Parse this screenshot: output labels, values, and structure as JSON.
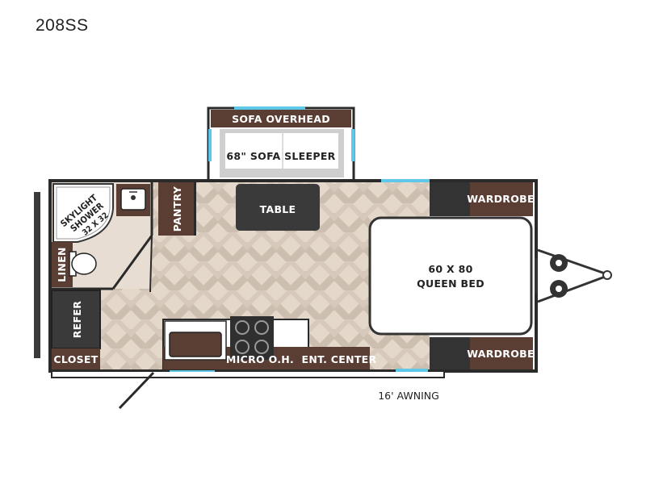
{
  "model": "208SS",
  "labels": {
    "sofa_overhead": "SOFA OVERHEAD",
    "sofa_sleeper": "68\" SOFA SLEEPER",
    "table": "TABLE",
    "pantry": "PANTRY",
    "skylight_shower": "SKYLIGHT",
    "shower": "SHOWER",
    "shower_size": "32 X 32",
    "linen": "LINEN",
    "refer": "REFER",
    "closet": "CLOSET",
    "micro": "MICRO O.H.",
    "ent_center": "ENT. CENTER",
    "wardrobe_top": "WARDROBE",
    "wardrobe_bottom": "WARDROBE",
    "bed_size": "60 X 80",
    "bed_type": "QUEEN BED",
    "awning": "16' AWNING"
  },
  "colors": {
    "wall": "#2a2a2a",
    "cabinet": "#5a3e34",
    "floor_light": "#e7ddd2",
    "floor_dark": "#cbbcad",
    "window": "#5ec8e8"
  }
}
